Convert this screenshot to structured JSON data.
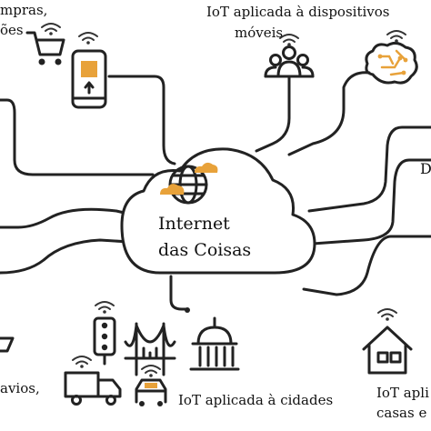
{
  "labels": {
    "compras_line1": "mpras,",
    "compras_line2": "ões",
    "mobile_line1": "IoT aplicada à dispositivos",
    "mobile_line2": "móveis",
    "cloud_line1": "Internet",
    "cloud_line2": "das Coisas",
    "right_partial": "D",
    "navios": "avios,",
    "cidades": "IoT aplicada à cidades",
    "casas_line1": "IoT apli",
    "casas_line2": "casas e"
  },
  "colors": {
    "accent": "#e8a23a",
    "line": "#222222",
    "background": "#ffffff"
  },
  "icons": [
    "shopping-cart-icon",
    "smartphone-icon",
    "people-group-icon",
    "brain-circuit-icon",
    "globe-icon",
    "traffic-light-icon",
    "bridge-icon",
    "capitol-building-icon",
    "delivery-truck-icon",
    "car-icon",
    "house-icon",
    "ship-icon",
    "wifi-icon"
  ]
}
